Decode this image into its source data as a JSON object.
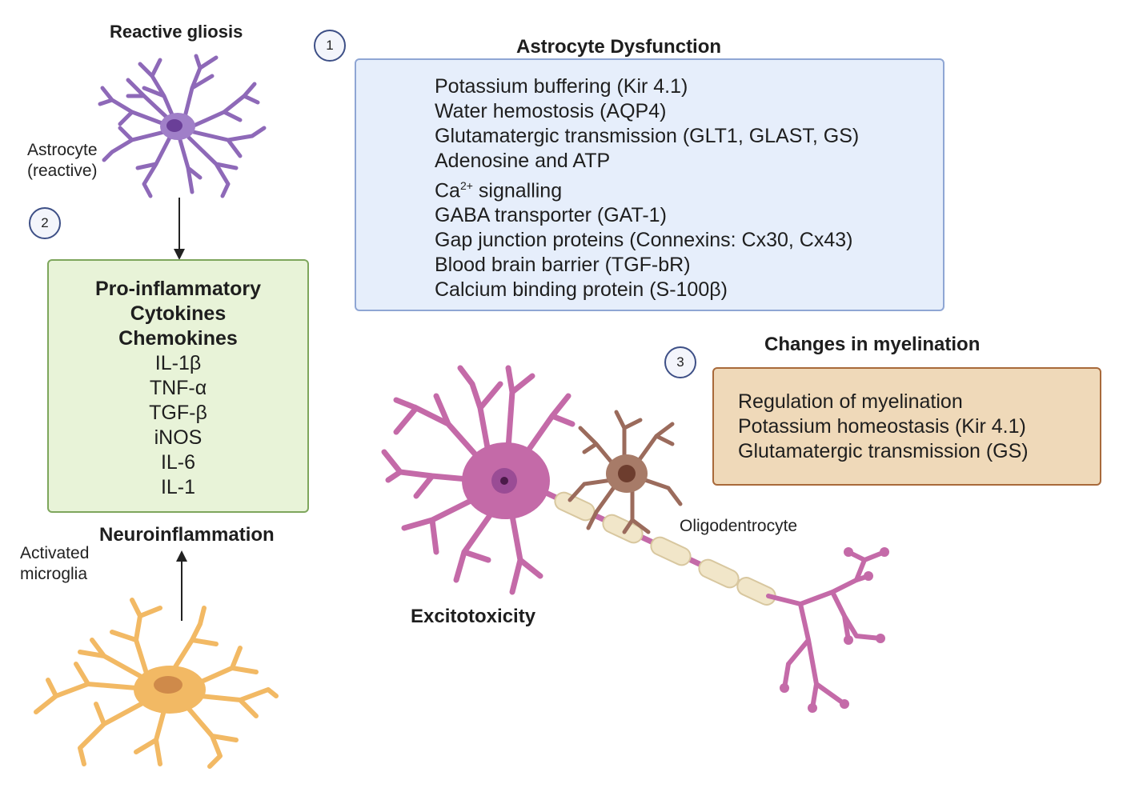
{
  "gliosis": {
    "title": "Reactive gliosis",
    "astrocyte_label_line1": "Astrocyte",
    "astrocyte_label_line2": "(reactive)"
  },
  "panel1": {
    "number": "1",
    "title": "Astrocyte Dysfunction",
    "items": [
      "Potassium buffering (Kir 4.1)",
      "Water hemostosis (AQP4)",
      "Glutamatergic transmission (GLT1, GLAST, GS)",
      "Adenosine and ATP",
      "Ca",
      "GABA transporter (GAT-1)",
      "Gap junction proteins (Connexins: Cx30, Cx43)",
      "Blood brain barrier (TGF-bR)",
      "Calcium binding protein (S-100β)"
    ],
    "calcium_superscript": "2+",
    "calcium_suffix": " signalling"
  },
  "panel2": {
    "number": "2",
    "lines_bold": [
      "Pro-inflammatory",
      "Cytokines",
      "Chemokines"
    ],
    "lines": [
      "IL-1β",
      "TNF-α",
      "TGF-β",
      "iNOS",
      "IL-6",
      "IL-1"
    ],
    "footer_title": "Neuroinflammation",
    "microglia_label_line1": "Activated",
    "microglia_label_line2": "microglia"
  },
  "panel3": {
    "number": "3",
    "title": "Changes in myelination",
    "items": [
      "Regulation of myelination",
      "Potassium homeostasis (Kir 4.1)",
      "Glutamatergic transmission (GS)"
    ],
    "oligodendrocyte_label": "Oligodentrocyte"
  },
  "excitotoxicity": {
    "title": "Excitotoxicity"
  },
  "colors": {
    "astrocyte": "#8e69b8",
    "astrocyte_nucleus": "#6a3f98",
    "neuron": "#c46aa8",
    "neuron_nucleus": "#8a3a85",
    "myelin": "#f1e6c9",
    "oligodendrocyte": "#9b6b5c",
    "microglia": "#f2b964",
    "microglia_nucleus": "#cf8a4a"
  }
}
